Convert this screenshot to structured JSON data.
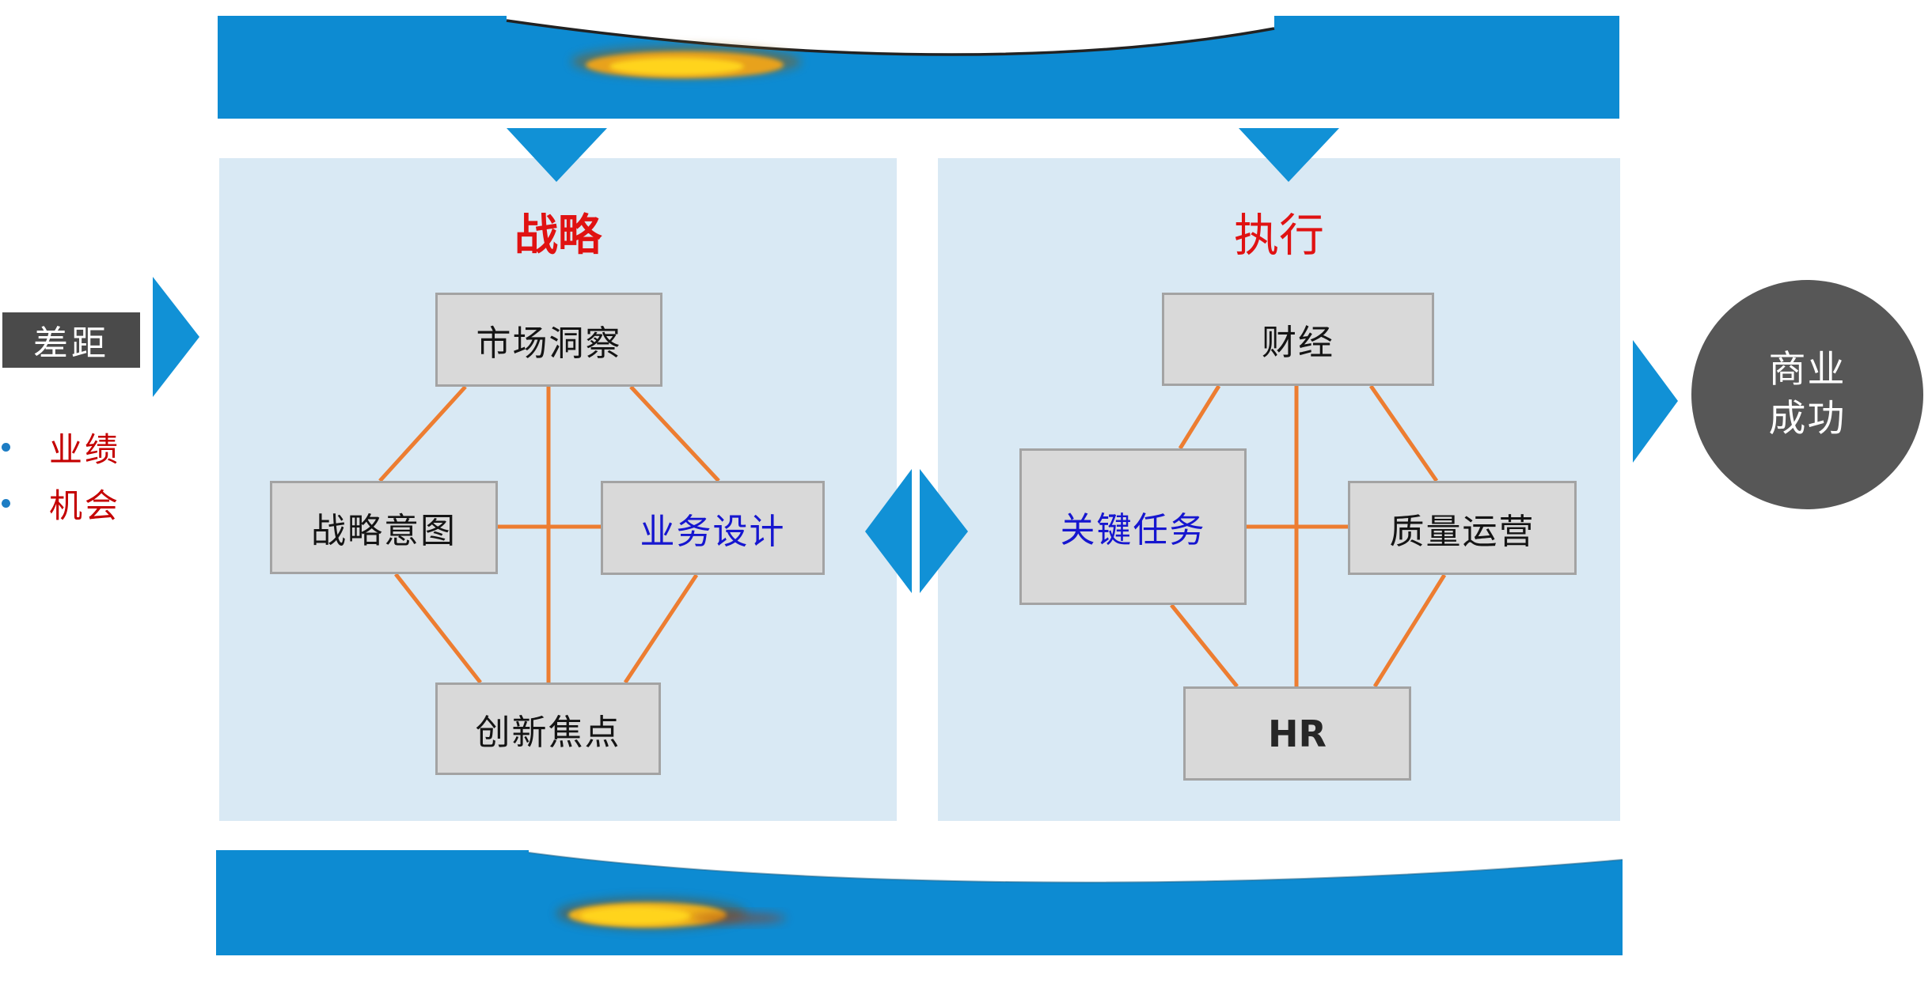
{
  "gap_section": {
    "label": "差距",
    "bullets": [
      "业绩",
      "机会"
    ]
  },
  "left_panel": {
    "title": "战略",
    "boxes": [
      {
        "name": "market-insight",
        "label": "市场洞察"
      },
      {
        "name": "strategic-intent",
        "label": "战略意图"
      },
      {
        "name": "business-design",
        "label": "业务设计"
      },
      {
        "name": "innovation-focus",
        "label": "创新焦点"
      }
    ]
  },
  "right_panel": {
    "title": "执行",
    "boxes": [
      {
        "name": "finance",
        "label": "财经"
      },
      {
        "name": "key-tasks",
        "label": "关键任务"
      },
      {
        "name": "quality-operations",
        "label": "质量运营"
      },
      {
        "name": "hr",
        "label": "HR"
      }
    ]
  },
  "success_circle": {
    "label": "商业\n成功"
  },
  "colors": {
    "banner_blue": "#0d8bd2",
    "arrow_blue": "#1191d6",
    "panel_background": "#d9e9f4",
    "node_fill": "#d9d9d9",
    "node_border": "#a3a3a3",
    "connector_orange": "#ed7d31",
    "title_red": "#e01212",
    "bullet_red": "#c40000",
    "node_text_blue": "#1616cf",
    "gap_label_background": "#4a4a4a",
    "success_circle_gray": "#575757",
    "logo_yellow": "#ffd41f"
  }
}
